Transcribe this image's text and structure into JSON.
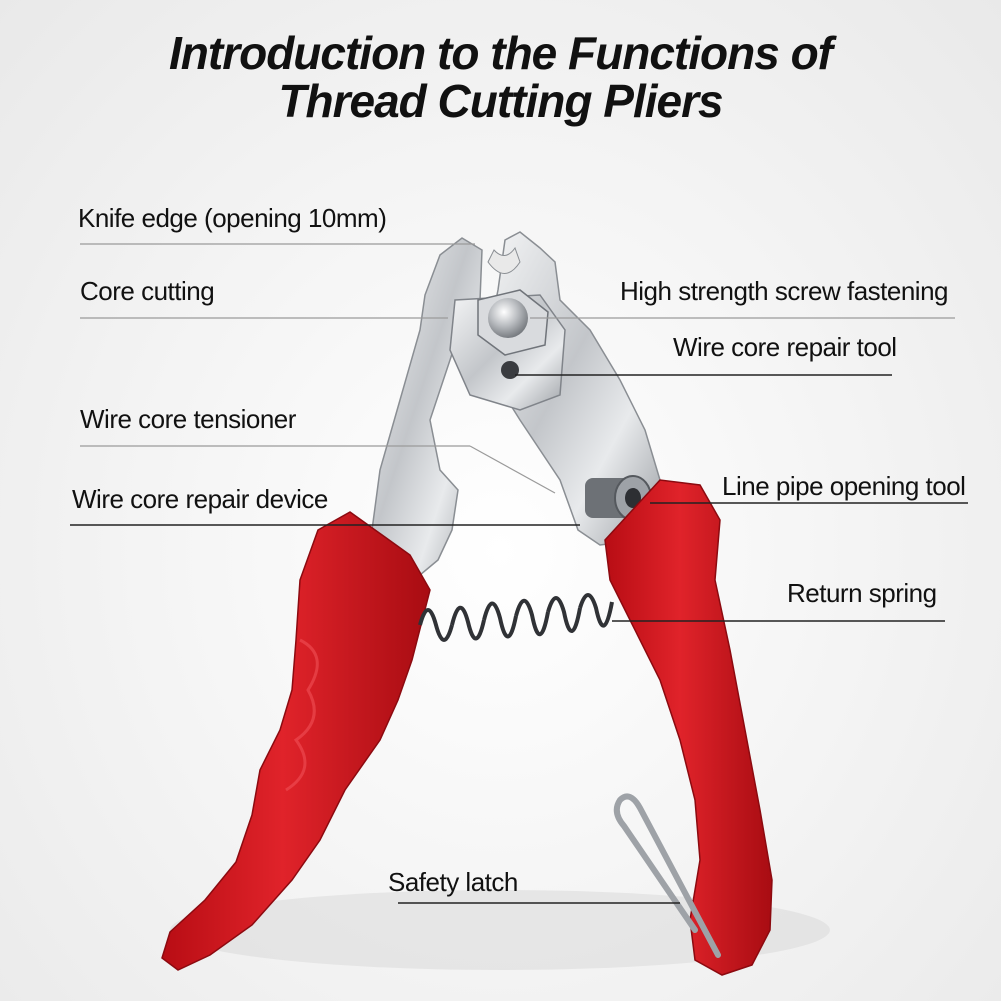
{
  "title": {
    "line1": "Introduction to the Functions of",
    "line2": "Thread Cutting Pliers"
  },
  "labels": {
    "knife_edge": "Knife edge (opening 10mm)",
    "core_cutting": "Core cutting",
    "screw_fastening": "High strength screw fastening",
    "repair_tool": "Wire core repair tool",
    "tensioner": "Wire core tensioner",
    "repair_device": "Wire core repair device",
    "pipe_opening": "Line pipe opening tool",
    "return_spring": "Return spring",
    "safety_latch": "Safety latch"
  },
  "colors": {
    "handle": "#d6141c",
    "handle_shadow": "#a80c12",
    "steel": "#c9ccd0",
    "leader_line": "#333333"
  }
}
